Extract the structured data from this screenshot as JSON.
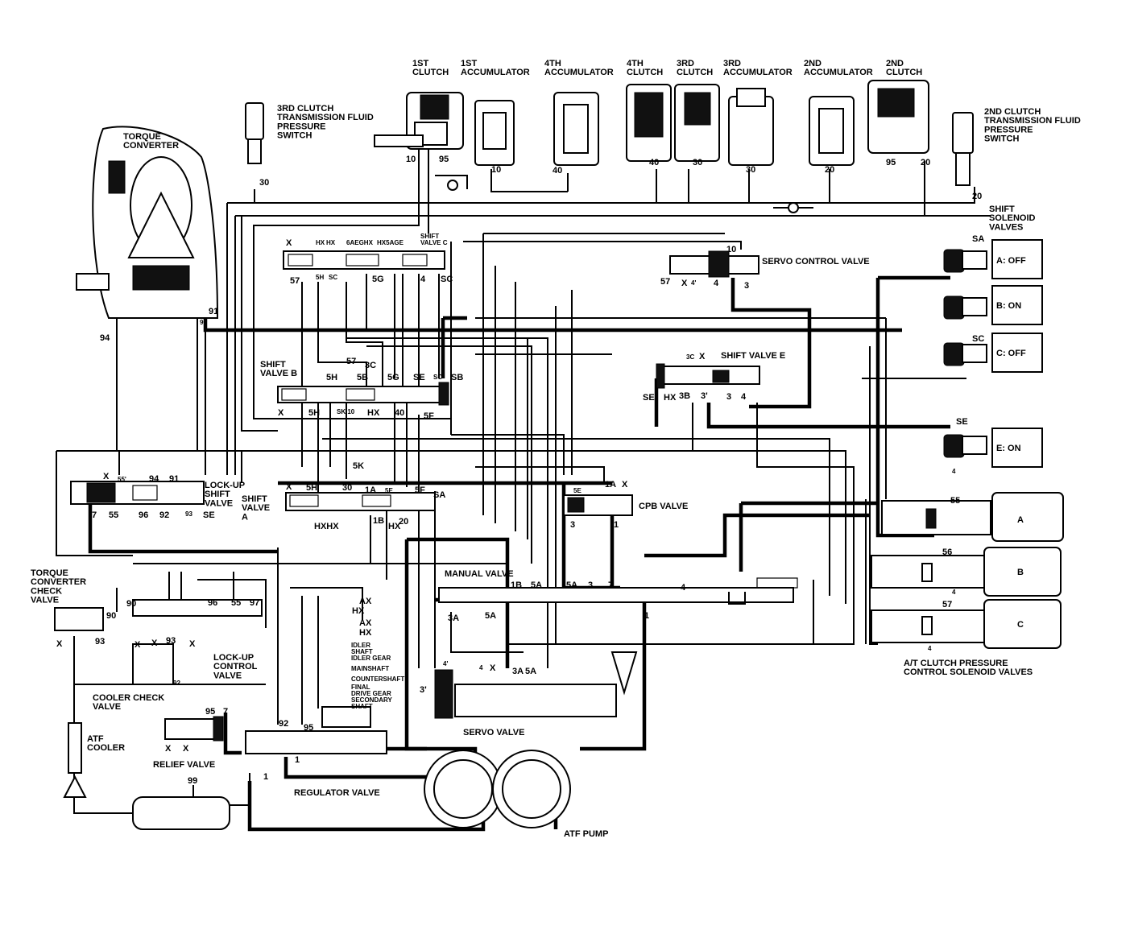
{
  "components": {
    "clutch_1st": "1ST\nCLUTCH",
    "accumulator_1st": "1ST\nACCUMULATOR",
    "accumulator_4th": "4TH\nACCUMULATOR",
    "clutch_4th": "4TH\nCLUTCH",
    "clutch_3rd": "3RD\nCLUTCH",
    "accumulator_3rd": "3RD\nACCUMULATOR",
    "accumulator_2nd": "2ND\nACCUMULATOR",
    "clutch_2nd": "2ND\nCLUTCH",
    "pressure_switch_3rd": "3RD CLUTCH\nTRANSMISSION FLUID\nPRESSURE\nSWITCH",
    "pressure_switch_2nd": "2ND CLUTCH\nTRANSMISSION FLUID\nPRESSURE\nSWITCH",
    "torque_converter": "TORQUE\nCONVERTER",
    "shift_solenoid_valves": "SHIFT\nSOLENOID\nVALVES",
    "servo_control_valve": "SERVO CONTROL VALVE",
    "shift_valve_c": "SHIFT\nVALVE C",
    "shift_valve_b": "SHIFT\nVALVE B",
    "shift_valve_e": "SHIFT VALVE E",
    "shift_valve_a": "SHIFT\nVALVE\nA",
    "lockup_shift_valve": "LOCK-UP\nSHIFT\nVALVE",
    "cpb_valve": "CPB VALVE",
    "manual_valve": "MANUAL VALVE",
    "torque_converter_check_valve": "TORQUE\nCONVERTER\nCHECK\nVALVE",
    "lockup_control_valve": "LOCK-UP\nCONTROL\nVALVE",
    "cooler_check_valve": "COOLER CHECK\nVALVE",
    "atf_cooler": "ATF\nCOOLER",
    "relief_valve": "RELIEF VALVE",
    "regulator_valve": "REGULATOR VALVE",
    "servo_valve": "SERVO VALVE",
    "atf_pump": "ATF PUMP",
    "at_clutch_solenoids": "A/T CLUTCH PRESSURE\nCONTROL SOLENOID VALVES"
  },
  "solenoids": [
    {
      "tag": "SA",
      "state": "A: OFF"
    },
    {
      "tag": "",
      "state": "B: ON"
    },
    {
      "tag": "SC",
      "state": "C: OFF"
    },
    {
      "tag": "SE",
      "state": "E: ON"
    }
  ],
  "pressure_solenoids": [
    {
      "letter": "A",
      "port": "55"
    },
    {
      "letter": "B",
      "port": "56"
    },
    {
      "letter": "C",
      "port": "57"
    }
  ],
  "shafts": [
    "IDLER\nSHAFT",
    "IDLER GEAR",
    "MAINSHAFT",
    "COUNTERSHAFT",
    "FINAL\nDRIVE GEAR",
    "SECONDARY\nSHAFT"
  ],
  "shaft_tags": [
    "AX",
    "HX",
    "AX",
    "HX"
  ],
  "ports": {
    "top": [
      "10",
      "95",
      "10",
      "40",
      "40",
      "30",
      "30",
      "20",
      "95",
      "20",
      "30",
      "20"
    ],
    "shift_c": [
      "X",
      "HX",
      "HX",
      "6AEGHX",
      "HX5AGE",
      "57",
      "5H",
      "SC",
      "5G",
      "4",
      "SC"
    ],
    "shift_b": [
      "5H",
      "57",
      "3C",
      "5B",
      "5G",
      "SE",
      "SC",
      "SB",
      "X",
      "5H",
      "SK 10",
      "HX",
      "40",
      "5F"
    ],
    "servo_ctrl": [
      "10",
      "57",
      "X",
      "4'",
      "4",
      "3"
    ],
    "shift_e": [
      "3C",
      "X",
      "SE",
      "HX",
      "3B",
      "3'",
      "3",
      "4"
    ],
    "lockup": [
      "X",
      "55'",
      "94",
      "91",
      "7",
      "55",
      "96",
      "92",
      "93",
      "SE"
    ],
    "shift_a": [
      "X",
      "5H",
      "30",
      "1A",
      "5E",
      "5F",
      "SA",
      "5K",
      "HXHX",
      "1B",
      "HX",
      "20"
    ],
    "cpb": [
      "5E",
      "1A",
      "X",
      "3",
      "1"
    ],
    "manual": [
      "1B",
      "5A",
      "5A",
      "3",
      "7",
      "4",
      "1",
      "3A",
      "5A"
    ],
    "converter": [
      "94",
      "91",
      "90"
    ],
    "lockup_ctrl": [
      "90",
      "96",
      "55",
      "97",
      "X",
      "X",
      "93",
      "X",
      "92"
    ],
    "tc_check": [
      "90",
      "93",
      "X"
    ],
    "lower": [
      "95",
      "7",
      "X",
      "X",
      "92",
      "95",
      "1",
      "1",
      "99"
    ],
    "servo": [
      "4'",
      "4",
      "X",
      "3'",
      "3A",
      "5A"
    ],
    "at_sol": [
      "4",
      "4",
      "4"
    ]
  }
}
